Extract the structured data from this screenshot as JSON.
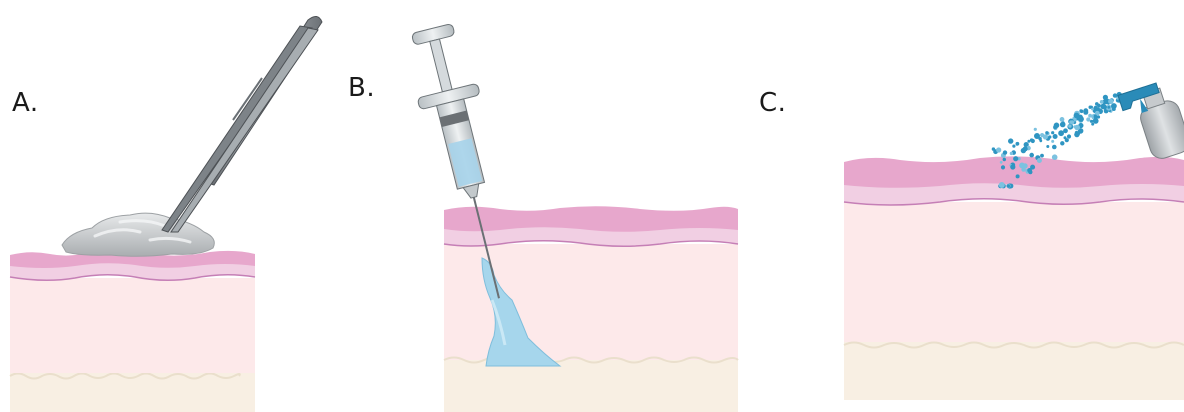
{
  "panels": [
    {
      "id": "A",
      "label": "A."
    },
    {
      "id": "B",
      "label": "B."
    },
    {
      "id": "C",
      "label": "C."
    }
  ],
  "colors": {
    "epidermis": "#e7a7cc",
    "epidermis_dark": "#dc95bf",
    "papillary_dermis": "#f1cfe3",
    "dermis": "#fde9ea",
    "hypodermis": "#f8efe3",
    "basement_line": "#c57fb6",
    "gel": "#c9ccce",
    "tool_metal": "#8f959a",
    "injected_fluid": "#a6d6ec",
    "spray_drop": "#2f95c2"
  },
  "icons": {
    "panel_a_tool": "forceps-icon",
    "panel_b_tool": "syringe-icon",
    "panel_c_tool": "spray-bottle-icon"
  }
}
